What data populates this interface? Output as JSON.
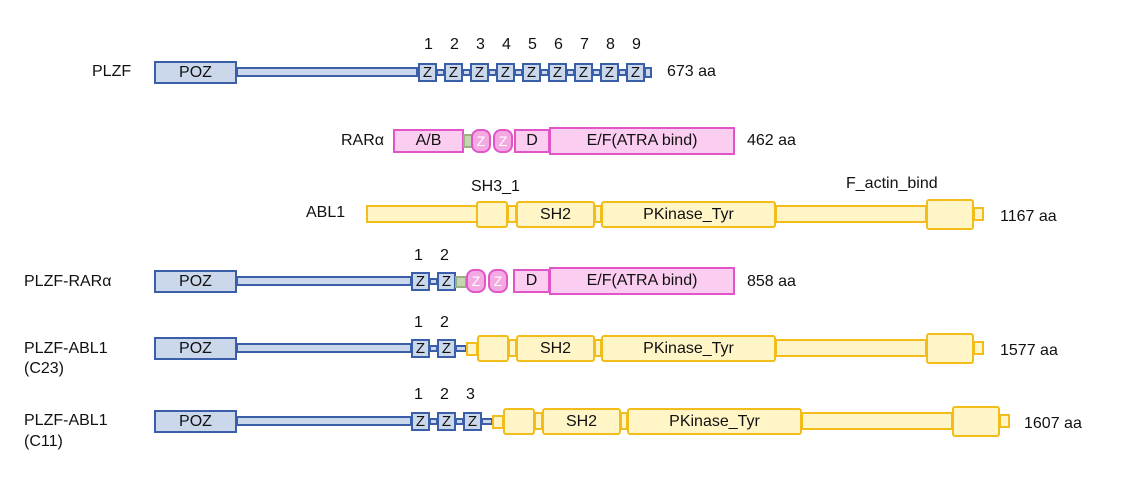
{
  "proteins": {
    "plzf": {
      "name": "PLZF",
      "poz": "POZ",
      "zn_numbers": [
        "1",
        "2",
        "3",
        "4",
        "5",
        "6",
        "7",
        "8",
        "9"
      ],
      "zn_label": "Z",
      "length": "673 aa"
    },
    "rara": {
      "name": "RARα",
      "ab": "A/B",
      "zn_label": "Z",
      "d": "D",
      "ef": "E/F(ATRA bind)",
      "length": "462 aa"
    },
    "abl1": {
      "name": "ABL1",
      "sh3": "SH3_1",
      "sh2": "SH2",
      "kinase": "PKinase_Tyr",
      "factin": "F_actin_bind",
      "length": "1167 aa"
    },
    "plzf_rara": {
      "name": "PLZF-RARα",
      "poz": "POZ",
      "zn_numbers": [
        "1",
        "2"
      ],
      "zn_label": "Z",
      "d": "D",
      "ef": "E/F(ATRA bind)",
      "length": "858 aa"
    },
    "plzf_abl1_c23": {
      "name": "PLZF-ABL1",
      "variant": "(C23)",
      "poz": "POZ",
      "zn_numbers": [
        "1",
        "2"
      ],
      "zn_label": "Z",
      "sh2": "SH2",
      "kinase": "PKinase_Tyr",
      "length": "1577 aa"
    },
    "plzf_abl1_c11": {
      "name": "PLZF-ABL1",
      "variant": "(C11)",
      "poz": "POZ",
      "zn_numbers": [
        "1",
        "2",
        "3"
      ],
      "zn_label": "Z",
      "sh2": "SH2",
      "kinase": "PKinase_Tyr",
      "length": "1607 aa"
    }
  },
  "colors": {
    "plzf_fill": "#cbd8ec",
    "plzf_border": "#3b5ea9",
    "rara_fill": "#fbcdf0",
    "rara_border": "#e155c7",
    "abl_fill": "#fff5c6",
    "abl_border": "#f2bd1a",
    "junction_fill": "#c3d8b0"
  }
}
